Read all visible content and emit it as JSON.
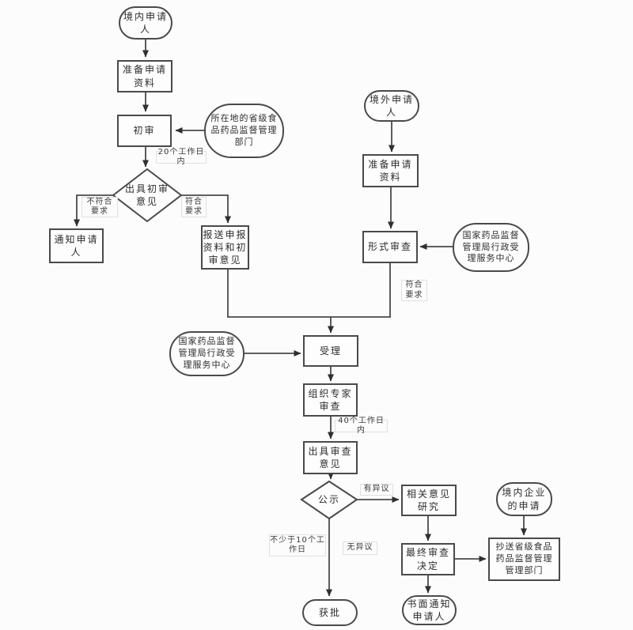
{
  "diagram": {
    "background_color": "#fcfcfc",
    "stroke_color": "#4a4a4a",
    "nodes": {
      "start_domestic": "境内申请\n人",
      "prepare_domestic": "准备申请\n资料",
      "preliminary_review": "初审",
      "provincial_dept": "所在地的省级食\n品药品监督管理\n部门",
      "decision_preliminary": "出具初审\n意见",
      "notify_applicant": "通知申请\n人",
      "submit_materials": "报送申报\n资料和初\n审意见",
      "start_overseas": "境外申请\n人",
      "prepare_overseas": "准备申请\n资料",
      "formal_review": "形式审查",
      "nmpa_center_right": "国家药品监督\n管理局行政受\n理服务中心",
      "nmpa_center_left": "国家药品监督\n管理局行政受\n理服务中心",
      "acceptance": "受理",
      "expert_review": "组织专家\n审查",
      "issue_review_opinion": "出具审查\n意见",
      "publicity": "公示",
      "related_opinion_research": "相关意见\n研究",
      "final_decision": "最终审查\n决定",
      "written_notice": "书面通知\n申请人",
      "approved": "获批",
      "domestic_enterprise": "境内企业\n的申请",
      "copy_provincial": "抄送省级食品\n药品监督管理\n管理部门"
    },
    "edge_labels": {
      "within_20_days": "20个工作日内",
      "not_meet_requirements": "不符合\n要求",
      "meet_requirements_initial": "符合\n要求",
      "meet_requirements_formal": "符合\n要求",
      "within_40_days": "40个工作日内",
      "has_objection": "有异议",
      "no_objection": "无异议",
      "at_least_10_working_days": "不少于10个工\n作日"
    }
  }
}
